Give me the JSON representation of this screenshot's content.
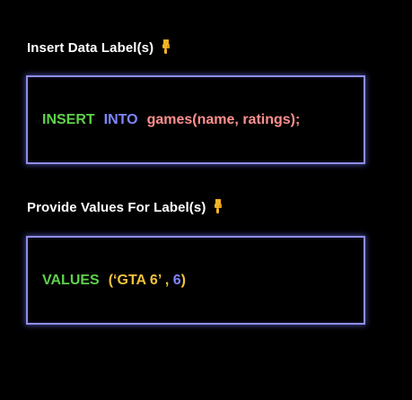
{
  "sections": [
    {
      "heading": "Insert Data Label(s)",
      "code": {
        "keyword1": "INSERT",
        "keyword2": "INTO",
        "table": "games(name, ratings);"
      }
    },
    {
      "heading": "Provide Values For Label(s)",
      "code": {
        "keyword": "VALUES",
        "open": "(",
        "string_value": "‘GTA 6’",
        "comma": " , ",
        "number_value": "6",
        "close": ")"
      }
    }
  ],
  "icon": "pointing-down-emoji-icon",
  "colors": {
    "background": "#000000",
    "box_border": "#8e8ee8",
    "keyword_green": "#5fd14b",
    "keyword_blue": "#7f86ff",
    "table_pink": "#ff8f8f",
    "string_yellow": "#f2c23a"
  }
}
